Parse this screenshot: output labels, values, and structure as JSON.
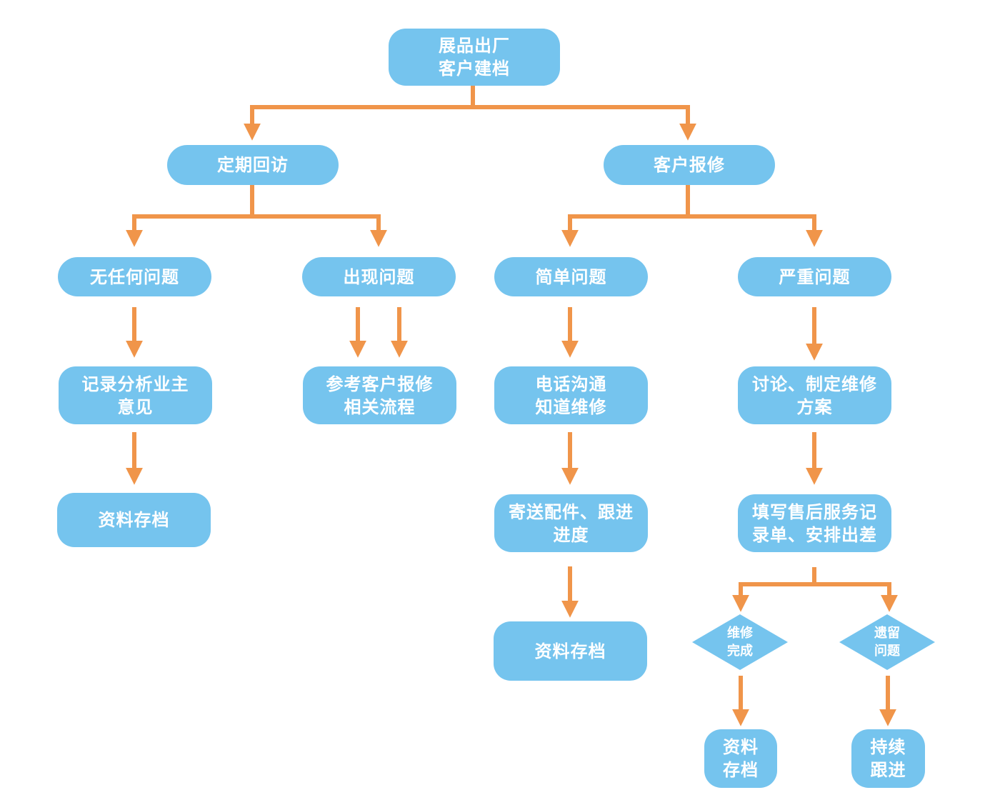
{
  "colors": {
    "node_fill": "#75c4ee",
    "node_text": "#ffffff",
    "connector": "#f0954a",
    "background": "#ffffff"
  },
  "nodes": {
    "root": "展品出厂\n客户建档",
    "followup": "定期回访",
    "repair_request": "客户报修",
    "no_issue": "无任何问题",
    "issue_found": "出现问题",
    "simple_issue": "简单问题",
    "serious_issue": "严重问题",
    "record_opinion": "记录分析业主\n意见",
    "refer_repair": "参考客户报修\n相关流程",
    "phone_repair": "电话沟通\n知道维修",
    "discuss_plan": "讨论、制定维修\n方案",
    "archive_left": "资料存档",
    "send_parts": "寄送配件、跟进\n进度",
    "fill_record": "填写售后服务记\n录单、安排出差",
    "archive_mid": "资料存档",
    "repair_done": "维修\n完成",
    "remaining_issue": "遗留\n问题",
    "archive_right": "资料\n存档",
    "continue_followup": "持续\n跟进"
  }
}
